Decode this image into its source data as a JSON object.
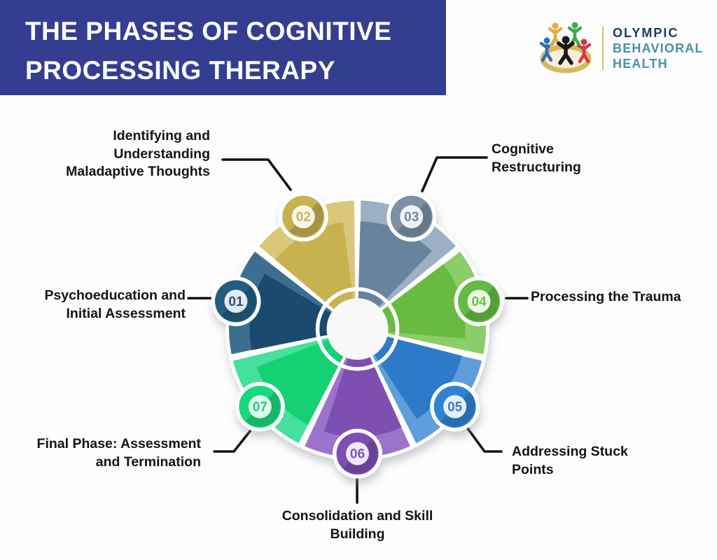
{
  "header": {
    "title": "THE PHASES OF COGNITIVE PROCESSING THERAPY",
    "bg_color": "#333e90",
    "text_color": "#ffffff"
  },
  "logo": {
    "line1": "OLYMPIC",
    "line2": "BEHAVIORAL",
    "line3": "HEALTH",
    "line1_color": "#1c3a61",
    "line23_color": "#4593a9",
    "icon_colors": {
      "bowl": "#d7b95c",
      "figure_center": "#1a1a1a",
      "figure_left": "#2d6fb5",
      "figure_right": "#d6354a",
      "figure_top_left": "#e8a93d",
      "figure_top_right": "#3faa47"
    }
  },
  "diagram": {
    "connector_color": "#111111",
    "center_fill": "#f8f8f9",
    "phases": [
      {
        "number": "01",
        "label": "Psychoeducation and Initial Assessment",
        "color_light": "#3c6e92",
        "color_dark": "#1c4a6e",
        "color_badge": "#205d82"
      },
      {
        "number": "02",
        "label": "Identifying and Understanding Maladaptive Thoughts",
        "color_light": "#d9c77a",
        "color_dark": "#c8b150",
        "color_badge": "#c8b150"
      },
      {
        "number": "03",
        "label": "Cognitive Restructuring",
        "color_light": "#9cb0c3",
        "color_dark": "#68839e",
        "color_badge": "#7b90a7"
      },
      {
        "number": "04",
        "label": "Processing the Trauma",
        "color_light": "#8bcd68",
        "color_dark": "#69ba41",
        "color_badge": "#64bd45"
      },
      {
        "number": "05",
        "label": "Addressing Stuck Points",
        "color_light": "#5f9eda",
        "color_dark": "#2e79c8",
        "color_badge": "#2f84d3"
      },
      {
        "number": "06",
        "label": "Consolidation and Skill Building",
        "color_light": "#9c73ca",
        "color_dark": "#7c4fb1",
        "color_badge": "#7c50b2"
      },
      {
        "number": "07",
        "label": "Final Phase: Assessment and Termination",
        "color_light": "#44e09b",
        "color_dark": "#12d173",
        "color_badge": "#17d87d"
      }
    ]
  }
}
